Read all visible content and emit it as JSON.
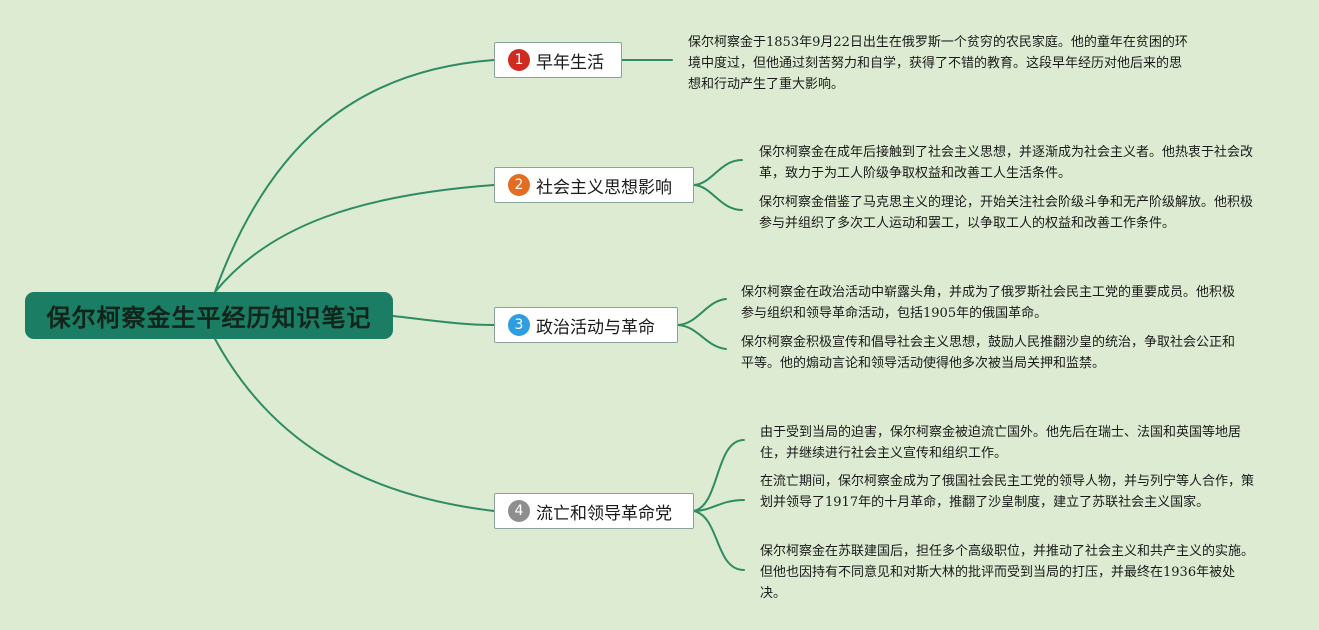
{
  "root": {
    "title": "保尔柯察金生平经历知识笔记"
  },
  "colors": {
    "background": "#dcebd1",
    "root_fill": "#1b7d63",
    "connector": "#2e8b62",
    "badge_1": "#cf2b20",
    "badge_2": "#e36d22",
    "badge_3": "#2e9ee0",
    "badge_4": "#8e8e8e"
  },
  "branches": [
    {
      "number": "1",
      "label": "早年生活",
      "notes": [
        "保尔柯察金于1853年9月22日出生在俄罗斯一个贫穷的农民家庭。他的童年在贫困的环境中度过，但他通过刻苦努力和自学，获得了不错的教育。这段早年经历对他后来的思想和行动产生了重大影响。"
      ]
    },
    {
      "number": "2",
      "label": "社会主义思想影响",
      "notes": [
        "保尔柯察金在成年后接触到了社会主义思想，并逐渐成为社会主义者。他热衷于社会改革，致力于为工人阶级争取权益和改善工人生活条件。",
        "保尔柯察金借鉴了马克思主义的理论，开始关注社会阶级斗争和无产阶级解放。他积极参与并组织了多次工人运动和罢工，以争取工人的权益和改善工作条件。"
      ]
    },
    {
      "number": "3",
      "label": "政治活动与革命",
      "notes": [
        "保尔柯察金在政治活动中崭露头角，并成为了俄罗斯社会民主工党的重要成员。他积极参与组织和领导革命活动，包括1905年的俄国革命。",
        "保尔柯察金积极宣传和倡导社会主义思想，鼓励人民推翻沙皇的统治，争取社会公正和平等。他的煽动言论和领导活动使得他多次被当局关押和监禁。"
      ]
    },
    {
      "number": "4",
      "label": "流亡和领导革命党",
      "notes": [
        "由于受到当局的迫害，保尔柯察金被迫流亡国外。他先后在瑞士、法国和英国等地居住，并继续进行社会主义宣传和组织工作。",
        "在流亡期间，保尔柯察金成为了俄国社会民主工党的领导人物，并与列宁等人合作，策划并领导了1917年的十月革命，推翻了沙皇制度，建立了苏联社会主义国家。",
        "保尔柯察金在苏联建国后，担任多个高级职位，并推动了社会主义和共产主义的实施。但他也因持有不同意见和对斯大林的批评而受到当局的打压，并最终在1936年被处决。"
      ]
    }
  ]
}
